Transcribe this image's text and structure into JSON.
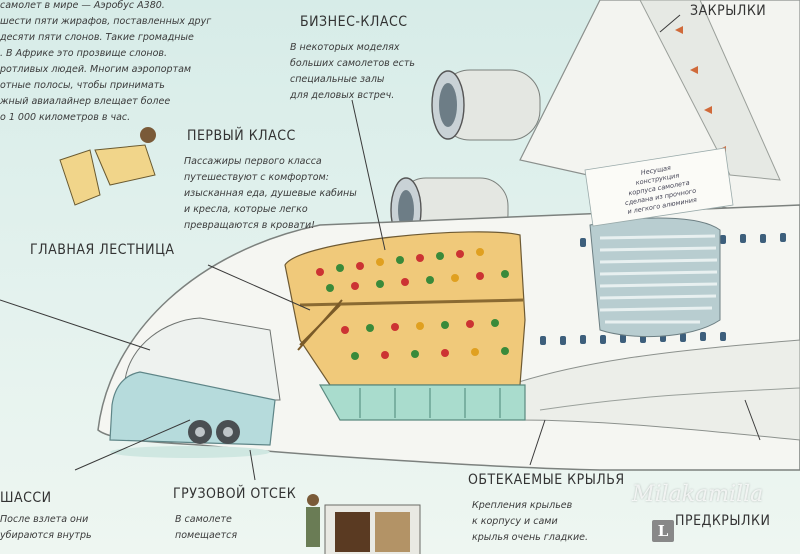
{
  "intro_text": "самолет в мире — Аэробус А380.\nшести пяти жирафов, поставленных друг\nдесяти пяти слонов. Такие громадные\n. В Африке это прозвище слонов.\nротливых людей. Многим аэропортам\nотные полосы, чтобы принимать\nжный авиалайнер влещает более\nо 1 000 километров в час.",
  "labels": {
    "flaps": "ЗАКРЫЛКИ",
    "business": "БИЗНЕС-КЛАСС",
    "first": "ПЕРВЫЙ КЛАСС",
    "stairs": "ГЛАВНАЯ ЛЕСТНИЦА",
    "gear": "ШАССИ",
    "cargo": "ГРУЗОВОЙ ОТСЕК",
    "wings": "ОБТЕКАЕМЫЕ КРЫЛЬЯ",
    "slats": "ПРЕДКРЫЛКИ"
  },
  "descriptions": {
    "business": "В некоторых моделях\nбольших самолетов есть\nспециальные залы\nдля деловых встреч.",
    "first": "Пассажиры первого класса\nпутешествуют с комфортом:\nизысканная еда, душевые кабины\nи кресла, которые легко\nпревращаются в кровати!",
    "gear": "После взлета они\nубираются внутрь",
    "cargo": "В самолете\nпомещается",
    "wings": "Крепления крыльев\nк корпусу и сами\nкрылья очень гладкие."
  },
  "tag_note": "Несущая\nконструкция\nкорпуса самолета\nсделана из прочного\nи легкого алюминия",
  "watermark": "Milakamilla",
  "badge": "L",
  "colors": {
    "sky": "#dcefeb",
    "fuselage": "#f4f6f2",
    "cabin": "#f0c97a",
    "cargo": "#a9dccd",
    "window": "#2b4b6a"
  }
}
